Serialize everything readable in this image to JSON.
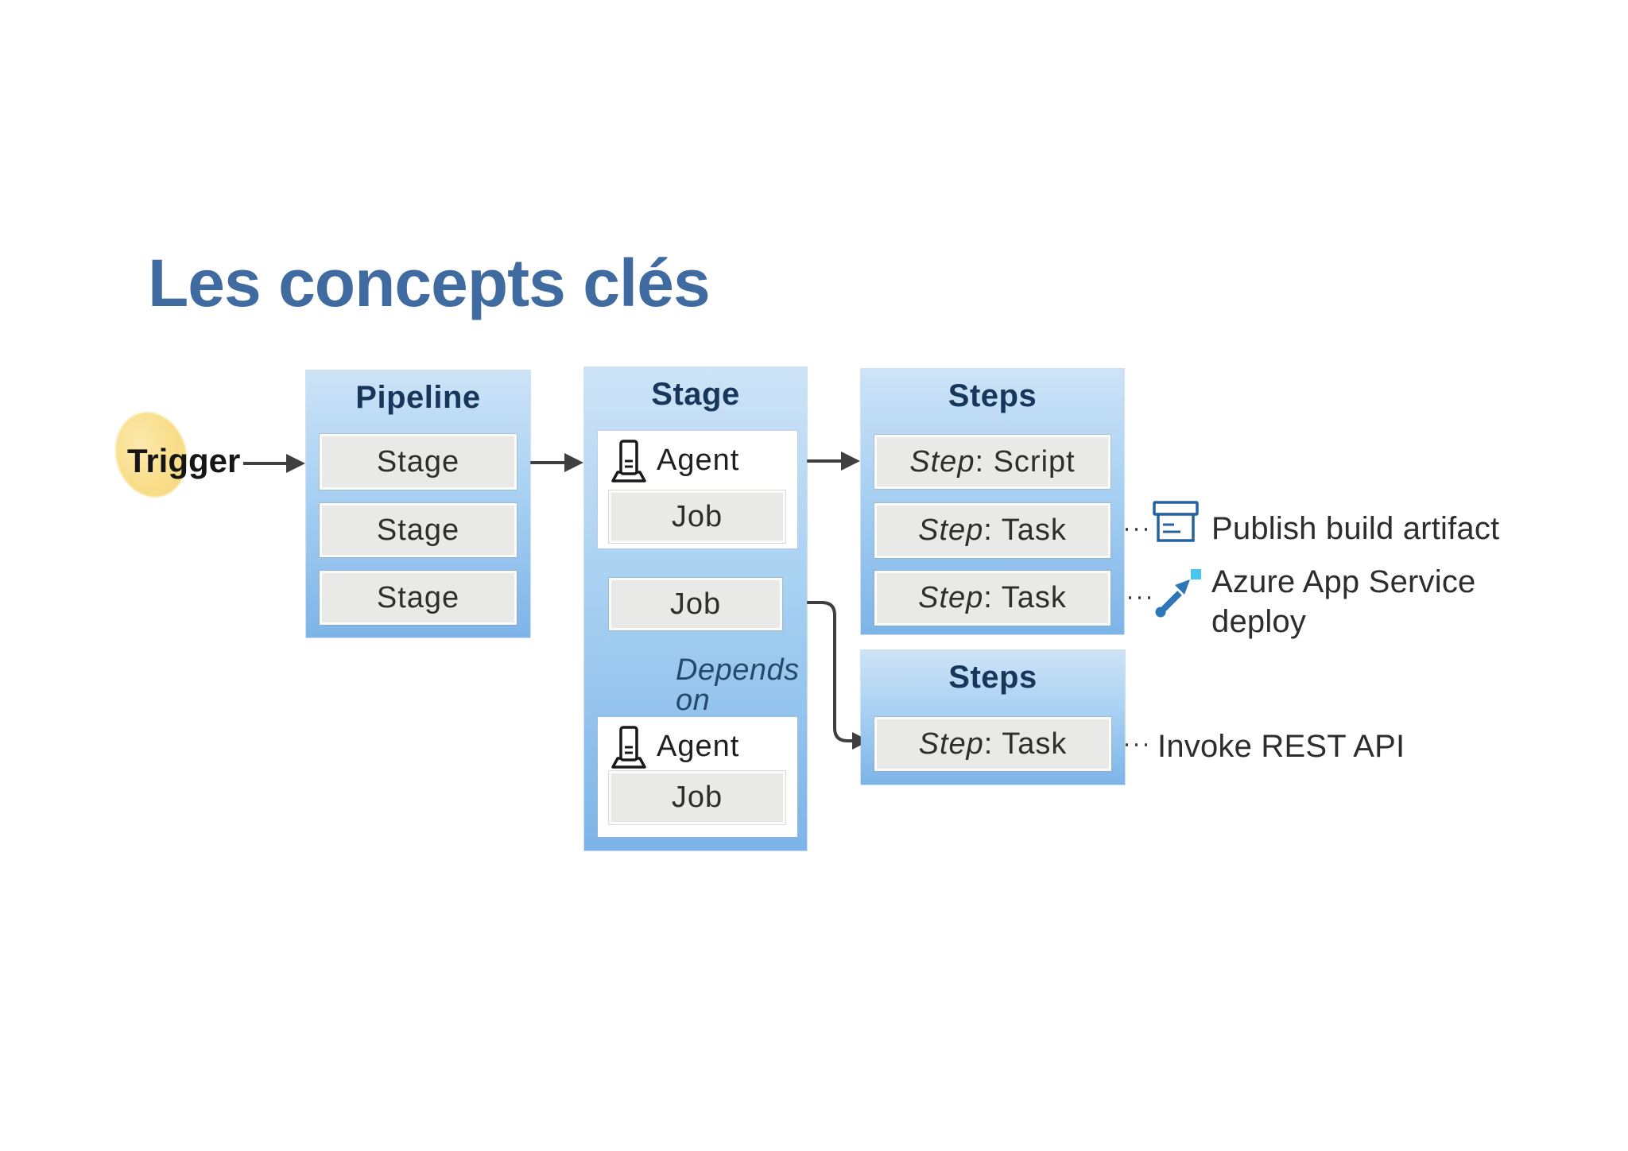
{
  "slide": {
    "title": "Les concepts clés",
    "title_color": "#3f6ba0",
    "background": "#ffffff"
  },
  "diagram": {
    "trigger": {
      "label": "Trigger",
      "highlight_color": "#f9dd8a"
    },
    "pipeline": {
      "title": "Pipeline",
      "stages": [
        "Stage",
        "Stage",
        "Stage"
      ]
    },
    "stage": {
      "title": "Stage",
      "agent_blocks": [
        {
          "icon": "agent-server-icon",
          "agent_label": "Agent",
          "job_label": "Job"
        },
        {
          "icon": "agent-server-icon",
          "agent_label": "Agent",
          "job_label": "Job"
        }
      ],
      "standalone_job_label": "Job",
      "depends_on": {
        "line1": "Depends",
        "line2": "on"
      }
    },
    "steps_primary": {
      "title": "Steps",
      "rows": [
        {
          "prefix": "Step",
          "suffix": ": Script"
        },
        {
          "prefix": "Step",
          "suffix": ": Task"
        },
        {
          "prefix": "Step",
          "suffix": ": Task"
        }
      ]
    },
    "steps_secondary": {
      "title": "Steps",
      "rows": [
        {
          "prefix": "Step",
          "suffix": ": Task"
        }
      ]
    },
    "annotations": [
      {
        "icon": "publish-build-artifact-icon",
        "label": "Publish build artifact"
      },
      {
        "icon": "azure-app-service-deploy-icon",
        "label": "Azure App Service deploy"
      },
      {
        "icon": "none",
        "label": "Invoke REST API"
      }
    ],
    "colors": {
      "box_blue_top": "#cde3f7",
      "box_blue_bottom": "#7db4e8",
      "box_title_navy": "#16365b",
      "row_gray": "#e9e9e7",
      "arrow_gray": "#3f3f3f",
      "depends_text": "#234a6b",
      "dotted_vertical_blue": "#4d7094",
      "azure_icon_blue": "#2e76b8",
      "azure_icon_cyan": "#4ac4ea",
      "publish_icon_blue": "#2563a0",
      "trigger_highlight_yellow": "#f9dd8a"
    }
  }
}
